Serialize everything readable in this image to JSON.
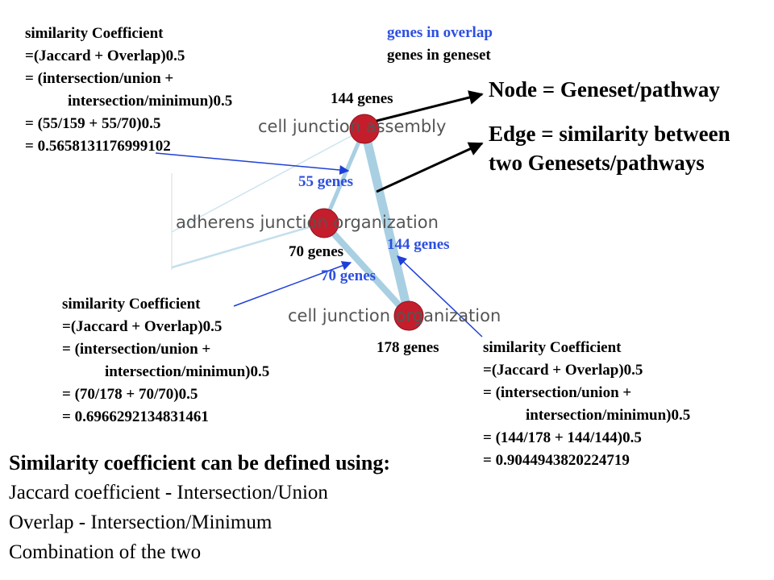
{
  "top_left": {
    "lines": [
      "similarity Coefficient",
      "=(Jaccard + Overlap)0.5",
      "= (intersection/union +",
      "intersection/minimun)0.5",
      "= (55/159 + 55/70)0.5",
      "= 0.5658131176999102"
    ]
  },
  "legend": {
    "overlap": "genes in overlap",
    "geneset": "genes in geneset"
  },
  "callouts": {
    "node": "Node = Geneset/pathway",
    "edge_line1": "Edge = similarity between",
    "edge_line2": "two Genesets/pathways"
  },
  "nodes": {
    "cja": {
      "label": "cell junction assembly",
      "count": "144 genes"
    },
    "ajo": {
      "label": "adherens junction organization",
      "count": "70 genes"
    },
    "cjo": {
      "label": "cell junction organization",
      "count": "178 genes"
    }
  },
  "edges": {
    "cja_ajo": "55 genes",
    "cja_cjo": "144 genes",
    "ajo_cjo": "70 genes"
  },
  "mid_left": {
    "lines": [
      "similarity Coefficient",
      "=(Jaccard + Overlap)0.5",
      "= (intersection/union +",
      "intersection/minimun)0.5",
      "= (70/178 + 70/70)0.5",
      "= 0.6966292134831461"
    ]
  },
  "bottom_right": {
    "lines": [
      "similarity Coefficient",
      "=(Jaccard + Overlap)0.5",
      "= (intersection/union +",
      "intersection/minimun)0.5",
      "= (144/178 + 144/144)0.5",
      "= 0.9044943820224719"
    ]
  },
  "summary": {
    "heading": "Similarity coefficient can be defined using:",
    "items": [
      "Jaccard coefficient - Intersection/Union",
      "Overlap - Intersection/Minimum",
      "Combination of the two"
    ]
  },
  "colors": {
    "node_fill": "#c41e2c",
    "edge": "#a9cfe2",
    "pointer_blue": "#1f3fd8",
    "pointer_black": "#000000"
  }
}
